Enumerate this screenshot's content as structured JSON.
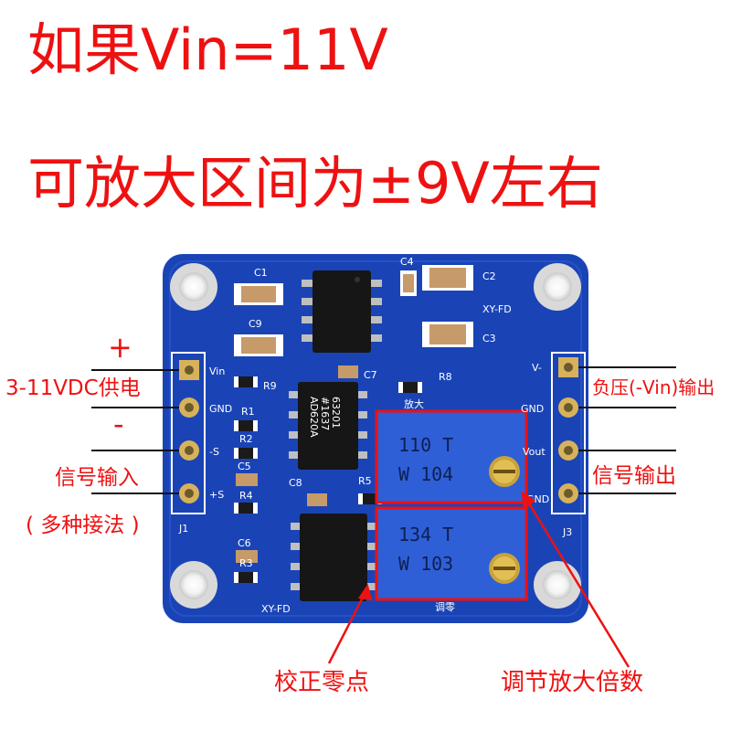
{
  "headline": {
    "line1": "如果Vin=11V",
    "line2": "可放大区间为±9V左右"
  },
  "left_labels": {
    "plus": "+",
    "supply": "3-11VDC供电",
    "minus": "-",
    "signal_in": "信号输入",
    "methods": "( 多种接法 )"
  },
  "right_labels": {
    "neg_out": "负压(-Vin)输出",
    "signal_out": "信号输出"
  },
  "bottom_labels": {
    "zero": "校正零点",
    "gain": "调节放大倍数"
  },
  "board": {
    "model": "XY-FD",
    "chip_mark": [
      "AD620A",
      "#1637",
      "63201"
    ],
    "pot1": {
      "top": "110 T",
      "bottom": "W 104"
    },
    "pot2": {
      "top": "134 T",
      "bottom": "W 103"
    },
    "left_pins": [
      "Vin",
      "GND",
      "-S",
      "+S"
    ],
    "right_pins": [
      "V-",
      "GND",
      "Vout",
      "GND"
    ],
    "headers": {
      "left": "J1",
      "right": "J3"
    },
    "components": [
      "C1",
      "C2",
      "C3",
      "C4",
      "C5",
      "C6",
      "C7",
      "C8",
      "C9",
      "R1",
      "R2",
      "R3",
      "R4",
      "R5",
      "R8",
      "R9"
    ],
    "silk_text": [
      "放大",
      "调零"
    ]
  },
  "colors": {
    "annotation": "#ee1111",
    "pcb": "#1a44b6",
    "potentiometer": "#2f5fd6"
  }
}
